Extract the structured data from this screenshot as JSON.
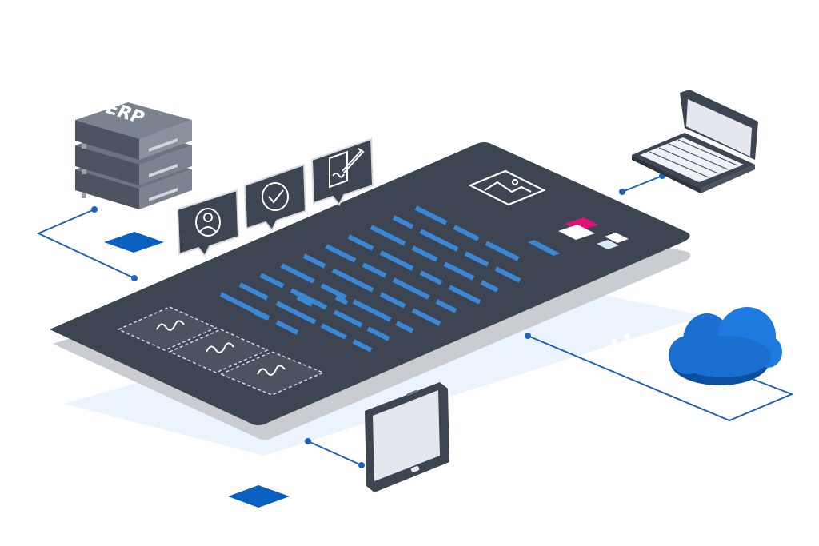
{
  "server": {
    "label": "ERP",
    "icon": "server-stack-icon"
  },
  "colors": {
    "dark": "#3e4552",
    "dark_edge": "#2f3540",
    "accent_blue": "#0a5fbf",
    "bar_blue": "#3a87d6",
    "pale_blue": "#e8f2fb",
    "magenta": "#e0127a",
    "line_blue": "#1d62b8",
    "shadow_gray": "#c9ccd1"
  },
  "speech_icons": [
    "user-icon",
    "check-icon",
    "signature-document-icon"
  ],
  "devices": [
    "laptop-icon",
    "tablet-icon",
    "cloud-icon"
  ],
  "document_elements": [
    "image-placeholder-icon",
    "signature-field",
    "text-lines"
  ]
}
